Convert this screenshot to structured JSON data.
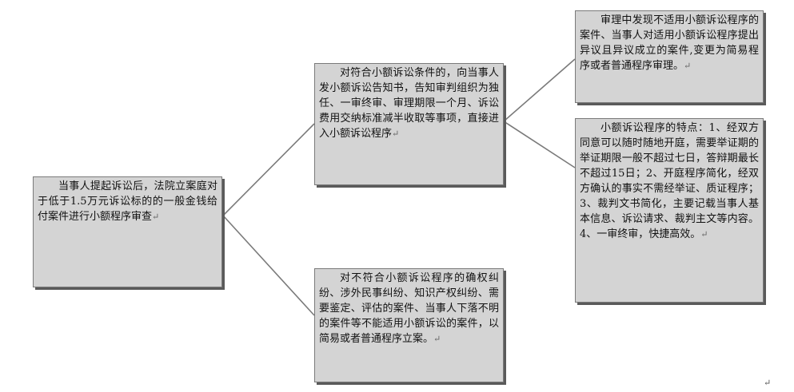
{
  "nodes": {
    "root": "当事人提起诉讼后，法院立案庭对于低于1.5万元诉讼标的的一般金钱给付案件进行小额程序审查",
    "applicable": "对符合小额诉讼条件的，向当事人发小额诉讼告知书，告知审判组织为独任、一审终审、审理期限一个月、诉讼费用交纳标准减半收取等事项，直接进入小额诉讼程序",
    "not_applicable": "对不符合小额诉讼程序的确权纠纷、涉外民事纠纷、知识产权纠纷、需要鉴定、评估的案件、当事人下落不明的案件等不能适用小额诉讼的案件，以简易或者普通程序立案。",
    "conversion": "审理中发现不适用小额诉讼程序的案件、当事人对适用小额诉讼程序提出异议且异议成立的案件,变更为简易程序或者普通程序审理。",
    "features": "小额诉讼程序的特点：1、经双方同意可以随时随地开庭，需要举证期的举证期限一般不超过七日，答辩期最长不超过15日；2、开庭程序简化，经双方确认的事实不需经举证、质证程序；3、裁判文书简化，主要记载当事人基本信息、诉讼请求、裁判主文等内容。4、一审终审，快捷高效。"
  },
  "paragraph_mark": "↵"
}
